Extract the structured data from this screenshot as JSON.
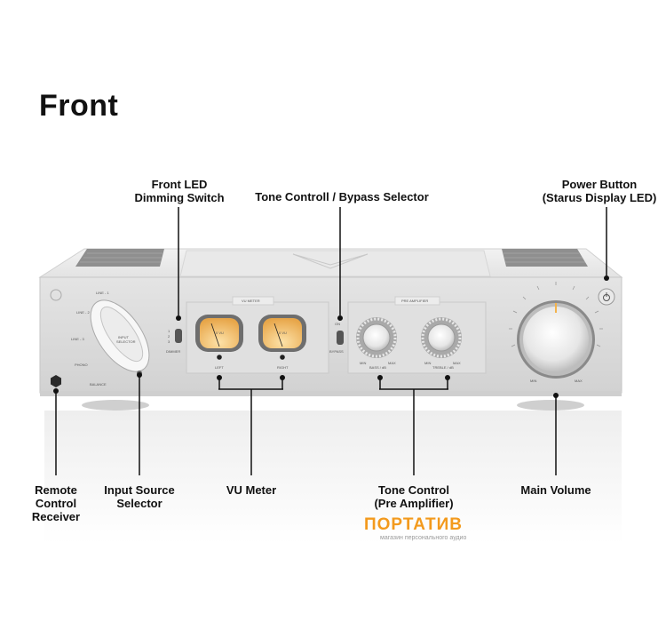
{
  "title": "Front",
  "callouts": {
    "led_dimming": [
      "Front LED",
      "Dimming Switch"
    ],
    "tone_bypass": [
      "Tone Controll / Bypass Selector"
    ],
    "power": [
      "Power Button",
      "(Starus Display LED)"
    ],
    "remote": [
      "Remote",
      "Control",
      "Receiver"
    ],
    "input_selector": [
      "Input Source",
      "Selector"
    ],
    "vu_meter": [
      "VU Meter"
    ],
    "tone_control": [
      "Tone Control",
      "(Pre Amplifier)"
    ],
    "main_volume": [
      "Main Volume"
    ]
  },
  "panel": {
    "input_labels": [
      "LINE - 1",
      "LINE - 2",
      "LINE - 3",
      "PHONO",
      "BALANCE"
    ],
    "input_knob_label": [
      "INPUT",
      "SELECTOR"
    ],
    "dimmer_label": "DIMMER",
    "dimmer_positions": [
      "1",
      "2",
      "3"
    ],
    "vu_header": "VU METER",
    "vu_left": "LEFT",
    "vu_right": "RIGHT",
    "vu_db": "0 VU",
    "on_label": "ON",
    "bypass_label": "BYPASS",
    "preamp_header": "PRE AMPLIFIER",
    "bass_label": "BASS / dB",
    "treble_label": "TREBLE / dB",
    "min_label": "MIN",
    "max_label": "MAX"
  },
  "watermark": {
    "brand": "ПОРТАТИВ",
    "sub": "магазин персонального аудио"
  },
  "colors": {
    "panel": "#dcdcdc",
    "accent": "#f39a1d",
    "meter": "#f3c67e"
  }
}
